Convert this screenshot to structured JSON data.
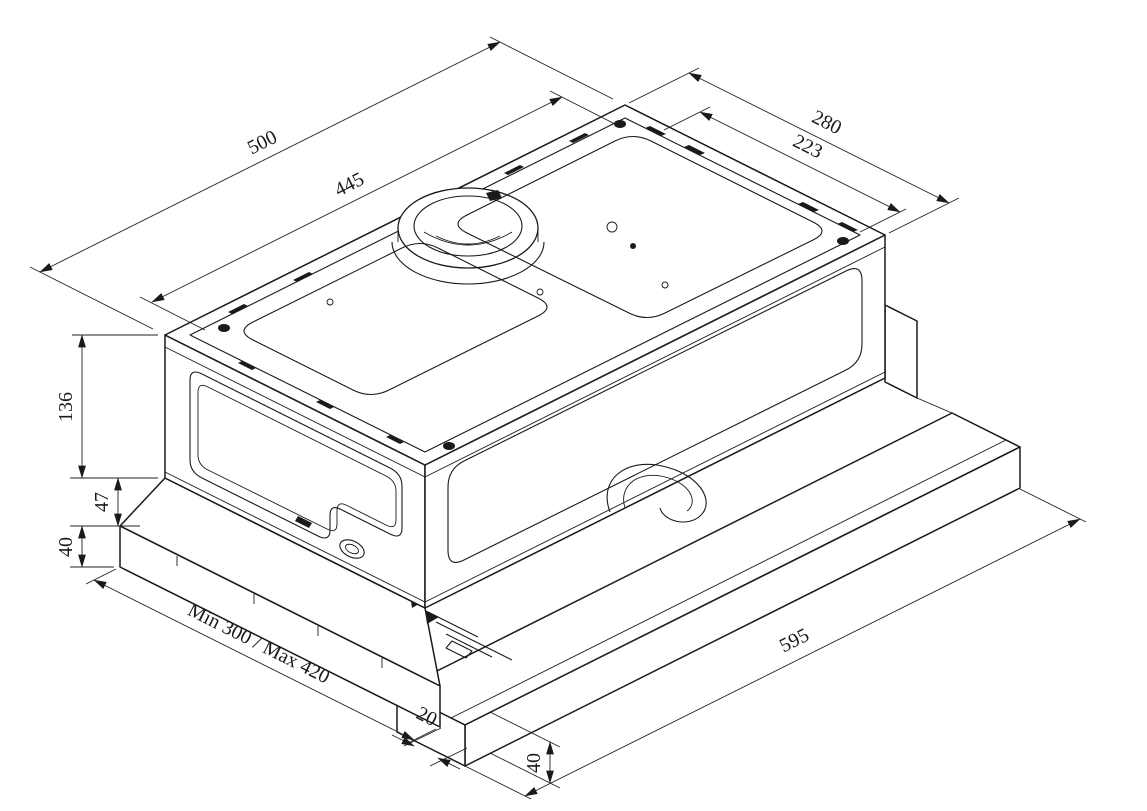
{
  "dims": {
    "body_width": "500",
    "inner_width": "445",
    "top_depth": "280",
    "inner_depth": "223",
    "body_height": "136",
    "lower_height": "47",
    "base_height": "40",
    "cabinet_depth": "Min 300 / Max 420",
    "gap": "20",
    "visor_width": "595",
    "visor_height": "40"
  },
  "colors": {
    "line": "#1a1a1a",
    "background": "#ffffff"
  }
}
